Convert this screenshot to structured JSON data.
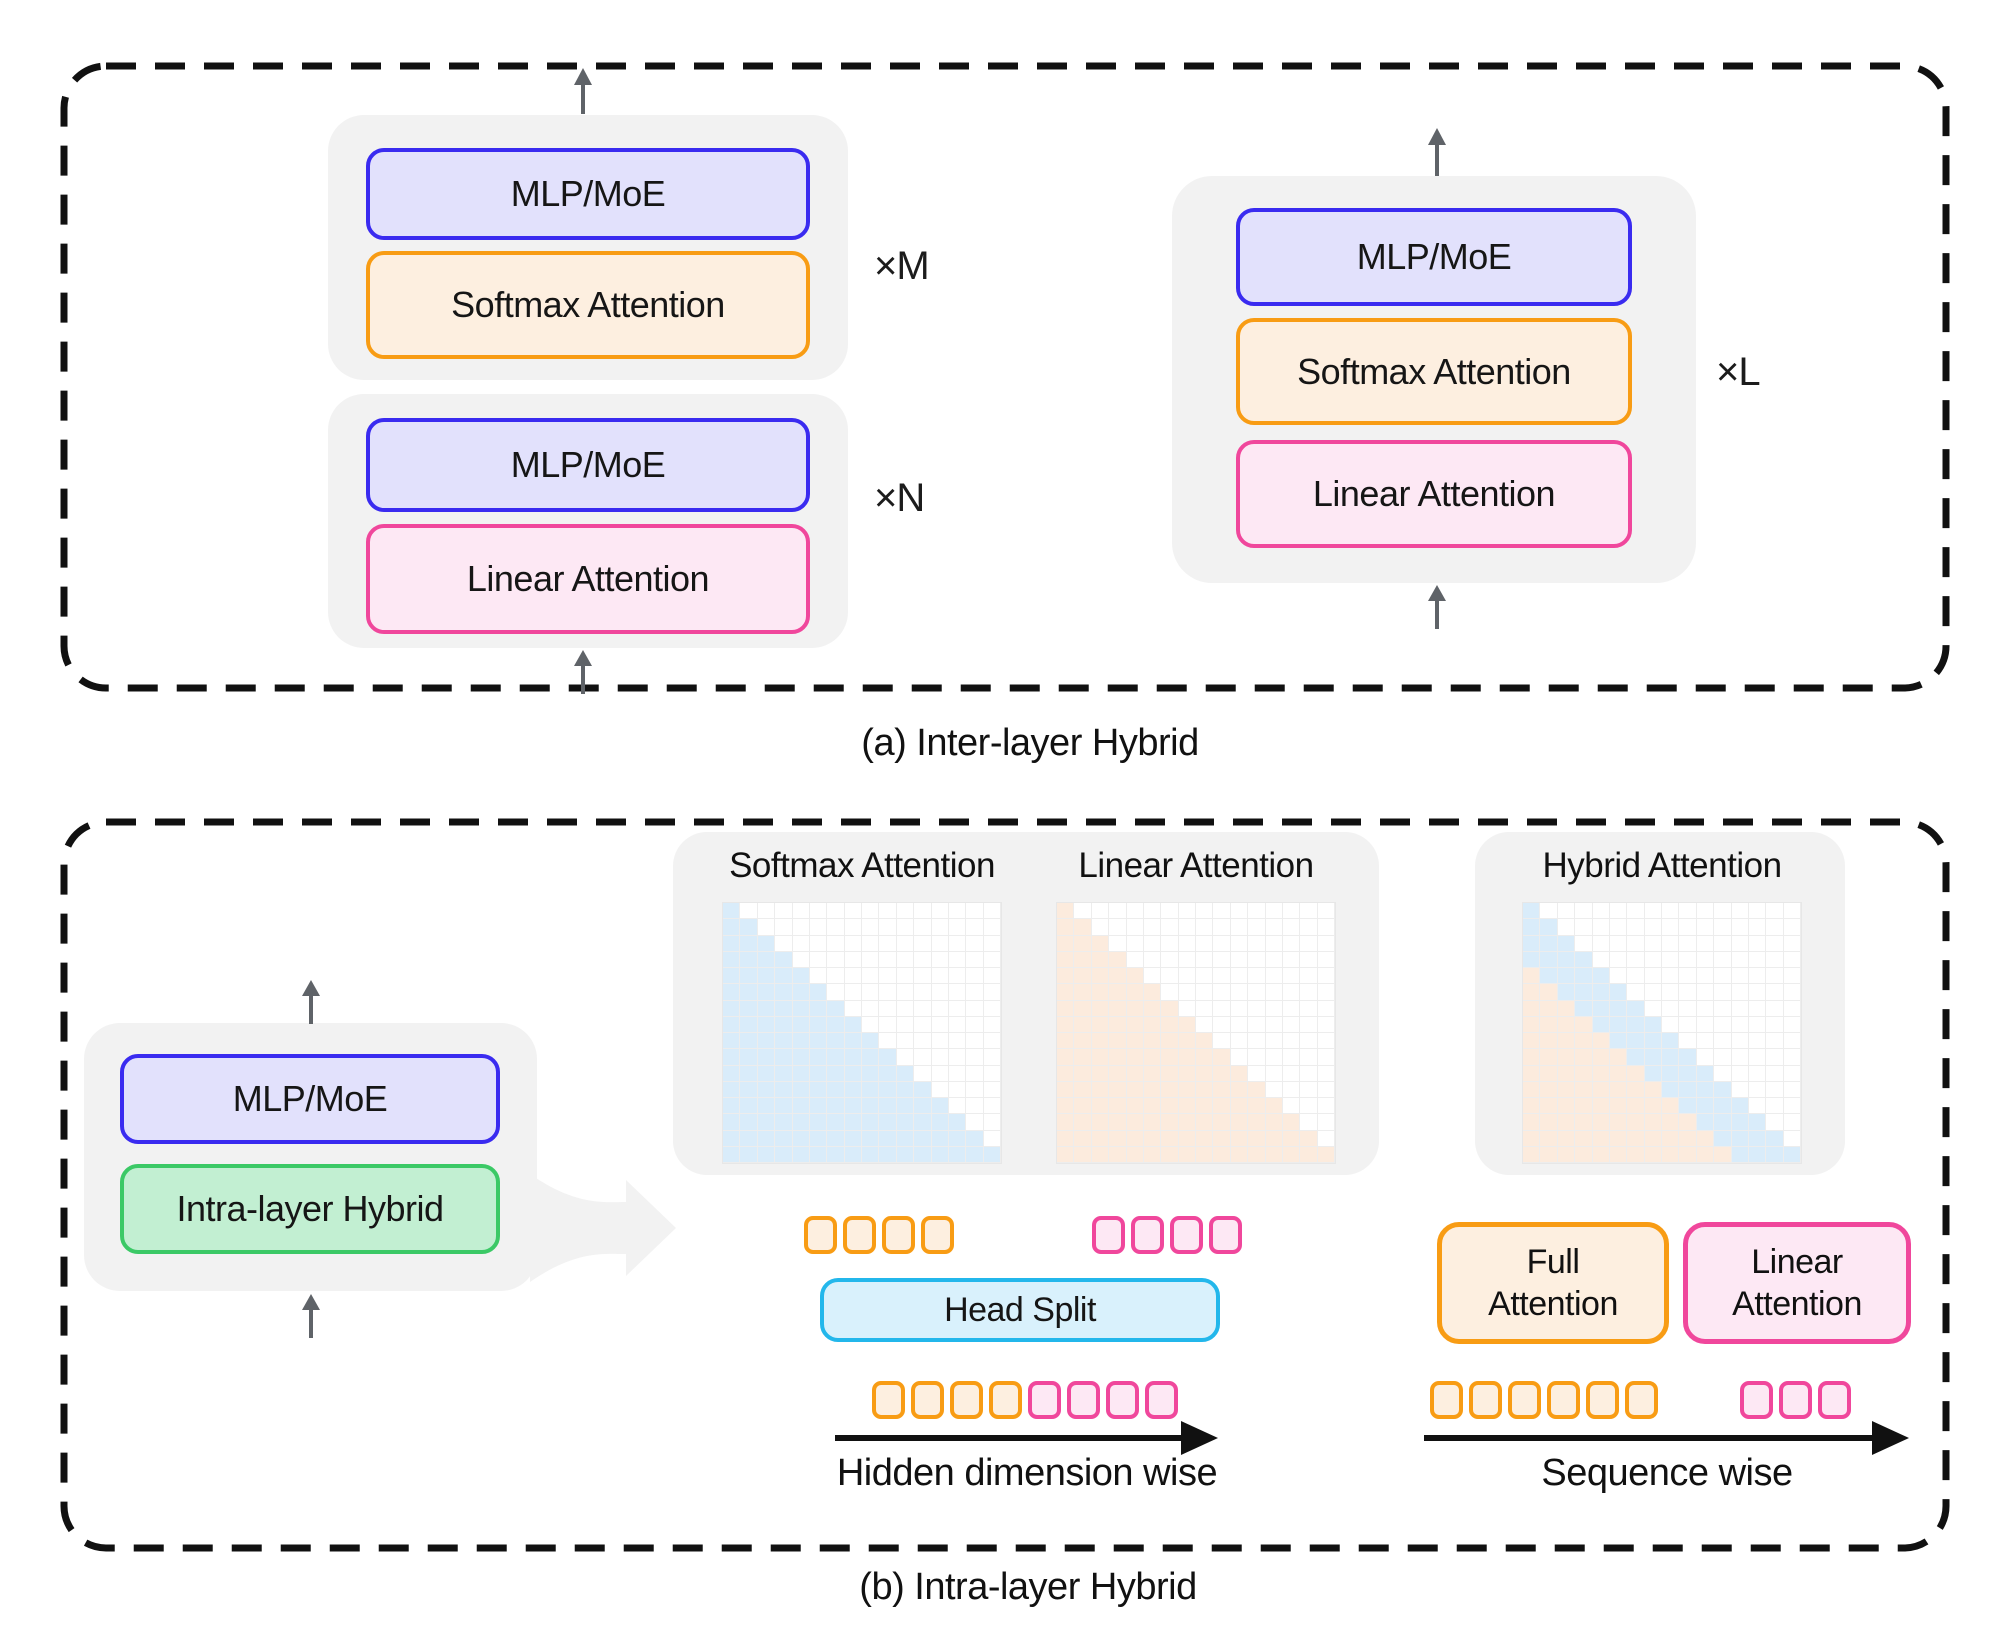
{
  "colors": {
    "ink": "#111111",
    "container_gray": "#f2f2f2",
    "purple_fill": "#e2e1fc",
    "purple_border": "#3a2bf0",
    "orange_fill": "#fdefe0",
    "orange_border": "#f89c14",
    "pink_fill": "#fde8f4",
    "pink_border": "#f0479c",
    "green_fill": "#c2efd2",
    "green_border": "#3bc966",
    "cyan_fill": "#d9f1fc",
    "cyan_border": "#23b7eb",
    "blue_cell": "#d9ecfa",
    "peach_cell": "#fcebdd",
    "arrow_gray": "#5f6368"
  },
  "panel_a": {
    "caption": "(a) Inter-layer Hybrid",
    "groups": [
      {
        "multiplier": "×M",
        "blocks": [
          {
            "label": "MLP/MoE",
            "style": "purple"
          },
          {
            "label": "Softmax Attention",
            "style": "orange"
          }
        ]
      },
      {
        "multiplier": "×N",
        "blocks": [
          {
            "label": "MLP/MoE",
            "style": "purple"
          },
          {
            "label": "Linear Attention",
            "style": "pink"
          }
        ]
      },
      {
        "multiplier": "×L",
        "blocks": [
          {
            "label": "MLP/MoE",
            "style": "purple"
          },
          {
            "label": "Softmax Attention",
            "style": "orange"
          },
          {
            "label": "Linear Attention",
            "style": "pink"
          }
        ]
      }
    ]
  },
  "panel_b": {
    "caption": "(b) Intra-layer Hybrid",
    "left_stack": {
      "blocks": [
        {
          "label": "MLP/MoE",
          "style": "purple"
        },
        {
          "label": "Intra-layer Hybrid",
          "style": "green"
        }
      ]
    },
    "matrices": [
      {
        "title": "Softmax Attention",
        "grid": 16,
        "pattern": "causal",
        "cell_color": "blue"
      },
      {
        "title": "Linear Attention",
        "grid": 16,
        "pattern": "causal",
        "cell_color": "peach"
      },
      {
        "title": "Hybrid Attention",
        "grid": 16,
        "pattern": "hybrid_band",
        "band_width": 4,
        "band_color": "blue",
        "rest_color": "peach"
      }
    ],
    "head_split": {
      "label": "Head Split",
      "axis_label": "Hidden dimension wise",
      "top_left_squares": {
        "color": "orange",
        "count": 4
      },
      "top_right_squares": {
        "color": "pink",
        "count": 4
      },
      "bottom_squares": [
        {
          "color": "orange",
          "count": 4
        },
        {
          "color": "pink",
          "count": 4
        }
      ]
    },
    "sequence_split": {
      "full_attention_label": "Full Attention",
      "linear_attention_label": "Linear Attention",
      "axis_label": "Sequence wise",
      "left_squares": {
        "color": "orange",
        "count": 6
      },
      "right_squares": {
        "color": "pink",
        "count": 3
      }
    }
  }
}
